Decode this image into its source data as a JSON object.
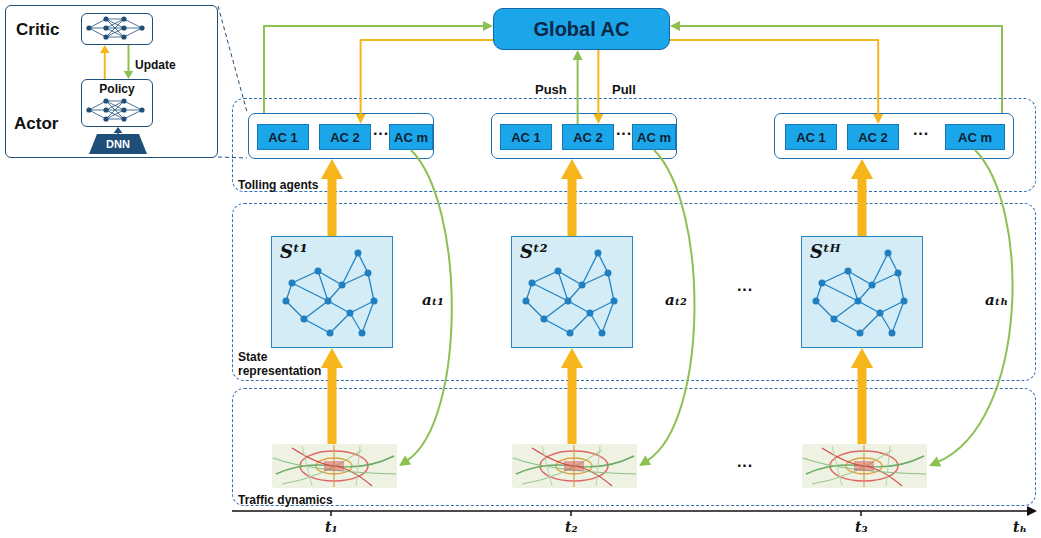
{
  "diagram": {
    "nodes": [
      {
        "text": [
          "Actor"
        ]
      },
      {
        "text": [
          "Critic"
        ],
        "in": 0
      },
      {
        "text": [
          "Policy"
        ],
        "in": 0
      },
      {
        "text": [
          "DNN"
        ],
        "in": 0
      },
      {
        "text": [
          "Global AC"
        ]
      },
      {
        "text": [
          "Tolling agents"
        ]
      },
      {
        "text": [
          "···"
        ],
        "in": 5
      },
      {
        "text": [
          "AC 1"
        ],
        "in": 6
      },
      {
        "text": [
          "AC 2"
        ],
        "in": 6
      },
      {
        "text": [
          "AC m"
        ],
        "in": 6
      },
      {
        "text": [
          "···"
        ],
        "in": 5
      },
      {
        "text": [
          "AC 1"
        ],
        "in": 10
      },
      {
        "text": [
          "AC 2"
        ],
        "in": 10
      },
      {
        "text": [
          "AC m"
        ],
        "in": 10
      },
      {
        "text": [
          "···"
        ],
        "in": 5
      },
      {
        "text": [
          "AC 1"
        ],
        "in": 14
      },
      {
        "text": [
          "AC 2"
        ],
        "in": 14
      },
      {
        "text": [
          "AC m"
        ],
        "in": 14
      },
      {
        "text": [
          "State representation"
        ]
      },
      {
        "text": [
          "Sᵗ¹"
        ],
        "in": 18
      },
      {
        "text": [
          "Sᵗ²"
        ],
        "in": 18
      },
      {
        "text": [
          "Sᵗᴴ"
        ],
        "in": 18
      },
      {
        "text": [
          "Traffic dynamics"
        ]
      }
    ],
    "edges": [
      {
        "from": 2,
        "to": 1,
        "arrow": "to"
      },
      {
        "from": 1,
        "to": 2,
        "arrow": "to",
        "label": "Update"
      },
      {
        "from": 3,
        "to": 2,
        "arrow": "to"
      },
      {
        "from": 6,
        "to": 4,
        "arrow": "to"
      },
      {
        "from": 4,
        "to": 8,
        "arrow": "to"
      },
      {
        "from": 12,
        "to": 4,
        "arrow": "to",
        "label": "Push"
      },
      {
        "from": 4,
        "to": 12,
        "arrow": "to",
        "label": "Pull"
      },
      {
        "from": 4,
        "to": 16,
        "arrow": "to"
      },
      {
        "from": 14,
        "to": 4,
        "arrow": "to"
      },
      {
        "from": 19,
        "to": 6,
        "arrow": "to"
      },
      {
        "from": 20,
        "to": 10,
        "arrow": "to"
      },
      {
        "from": 21,
        "to": 14,
        "arrow": "to"
      },
      {
        "from": 22,
        "to": 19,
        "arrow": "to"
      },
      {
        "from": 22,
        "to": 20,
        "arrow": "to"
      },
      {
        "from": 22,
        "to": 21,
        "arrow": "to"
      },
      {
        "from": 9,
        "to": 22,
        "arrow": "to",
        "label": "aₜ₁"
      },
      {
        "from": 13,
        "to": 22,
        "arrow": "to",
        "label": "aₜ₂"
      },
      {
        "from": 17,
        "to": 22,
        "arrow": "to",
        "label": "aₜₕ"
      }
    ],
    "labels": [
      "···",
      "···",
      "t₁",
      "t₂",
      "t₃",
      "tₕ"
    ]
  }
}
